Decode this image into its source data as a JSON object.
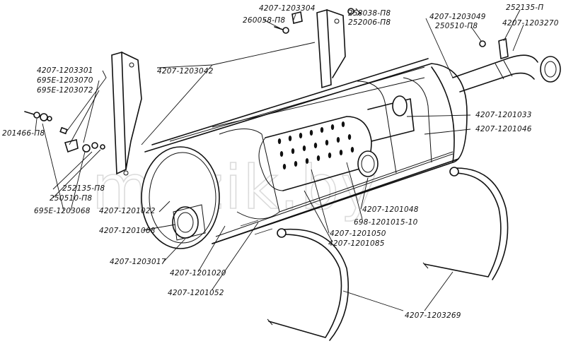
{
  "watermark": "mazik.by",
  "callouts": {
    "c1": "4207-1203304",
    "c2": "260058-П8",
    "c3": "258038-П8",
    "c4": "252006-П8",
    "c5": "4207-1203049",
    "c6": "250510-П8",
    "c7": "252135-П",
    "c8": "4207-1203270",
    "c9": "4207-1203301",
    "c10": "695Е-1203070",
    "c11": "695Е-1203072",
    "c12": "4207-1203042",
    "c13": "201466-П8",
    "c14": "4207-1201033",
    "c15": "4207-1201046",
    "c16": "252135-П8",
    "c17": "250510-П8",
    "c18": "695Е-1203068",
    "c19": "4207-1201022",
    "c20": "4207-1201048",
    "c21": "698-1201015-10",
    "c22": "4207-1201050",
    "c23": "4207-1201085",
    "c24": "4207-1201068",
    "c25": "4207-1203017",
    "c26": "4207-1201020",
    "c27": "4207-1201052",
    "c28": "4207-1203269"
  }
}
